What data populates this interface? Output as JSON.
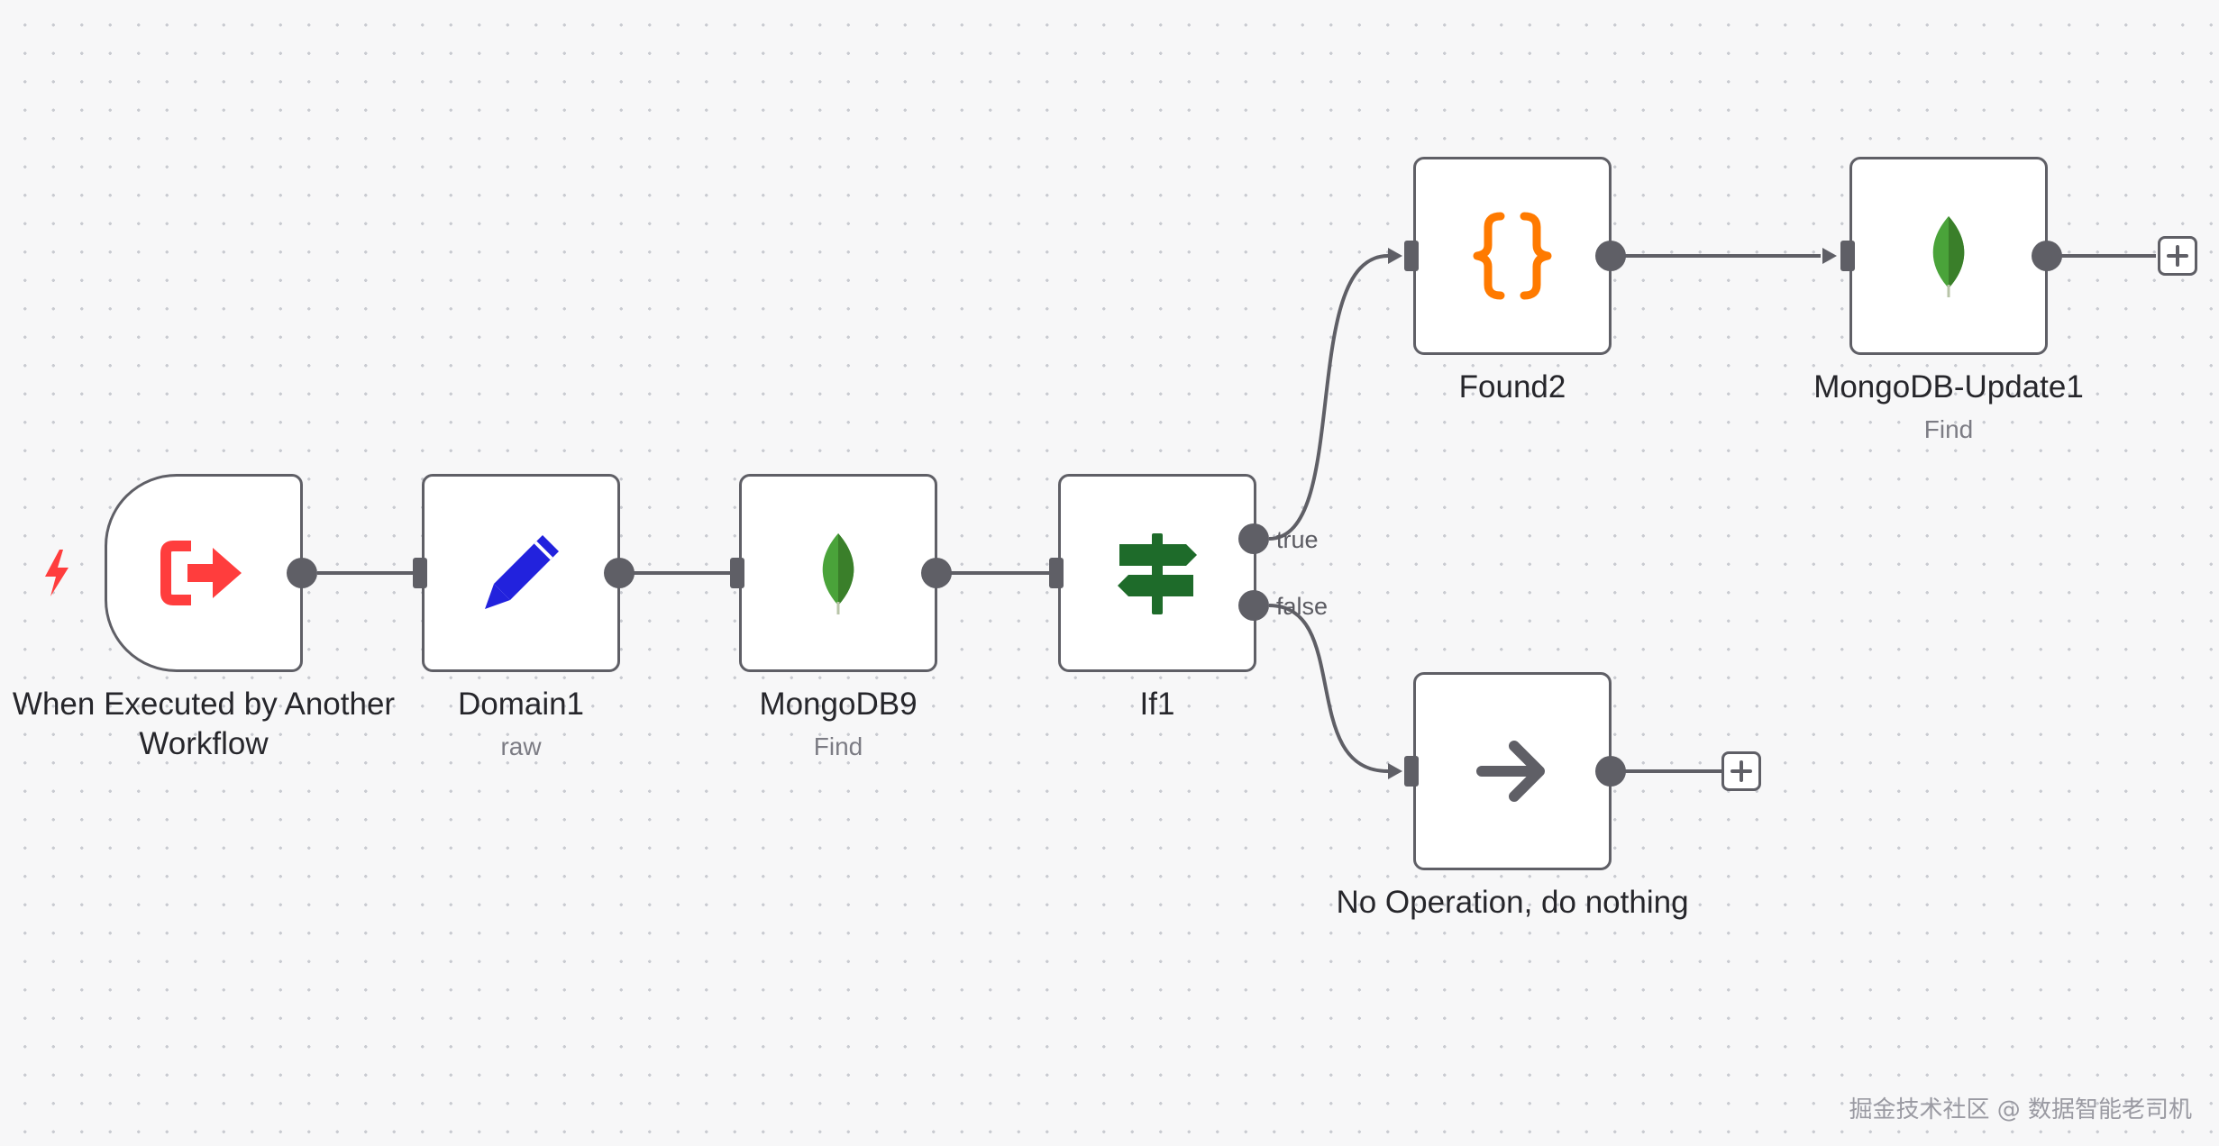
{
  "workflow": {
    "nodes": [
      {
        "id": "trigger",
        "label": "When Executed by Another Workflow",
        "icon": "sign-out-icon",
        "color": "#ff3d3d"
      },
      {
        "id": "domain1",
        "label": "Domain1",
        "sublabel": "raw",
        "icon": "pencil-icon",
        "color": "#2222dd"
      },
      {
        "id": "mongodb9",
        "label": "MongoDB9",
        "sublabel": "Find",
        "icon": "mongodb-leaf-icon",
        "color": "#3f8f2a"
      },
      {
        "id": "if1",
        "label": "If1",
        "icon": "signpost-icon",
        "color": "#1e6b2a"
      },
      {
        "id": "found2",
        "label": "Found2",
        "icon": "curly-braces-icon",
        "color": "#ff7a00"
      },
      {
        "id": "mongodb_update1",
        "label": "MongoDB-Update1",
        "sublabel": "Find",
        "icon": "mongodb-leaf-icon",
        "color": "#3f8f2a"
      },
      {
        "id": "noop",
        "label": "No Operation, do nothing",
        "icon": "arrow-right-icon",
        "color": "#5f5f66"
      }
    ],
    "branches": {
      "true": "true",
      "false": "false"
    },
    "trigger_indicator_icon": "lightning-bolt-icon",
    "add_node_icon": "plus-icon"
  },
  "watermark": "掘金技术社区 @ 数据智能老司机"
}
